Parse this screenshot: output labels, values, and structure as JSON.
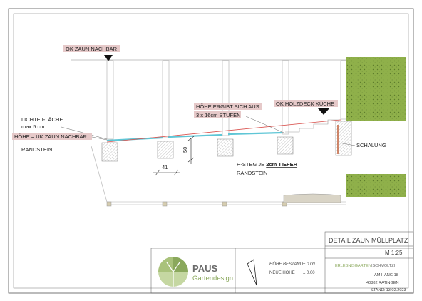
{
  "labels": {
    "ok_zaun_nachbar": "OK ZAUN NACHBAR",
    "lichte_flaeche_1": "LICHTE FLÄCHE",
    "lichte_flaeche_2": "max 5 cm",
    "hoehe_uk_zaun": "HÖHE = UK ZAUN NACHBAR",
    "randstein": "RANDSTEIN",
    "hoehe_ergibt_1": "HÖHE ERGIBT SICH AUS",
    "hoehe_ergibt_2": "3 x 16cm STUFEN",
    "ok_holzdeck": "OK HOLZDECK KÜCHE",
    "schalung": "SCHALUNG",
    "h_steg_prefix": "H-STEG JE ",
    "h_steg_underlined": "2cm TIEFER",
    "h_steg_line2": "RANDSTEIN",
    "dim_41": "41",
    "dim_50": "50"
  },
  "title_block": {
    "title": "DETAIL ZAUN MÜLLPLATZ",
    "scale": "M 1:25",
    "project_a": "ERLEBNISGARTEN",
    "project_b": "SCHMOLTZI",
    "street": "AM HANG 18",
    "city": "40882 RATINGEN",
    "date": "STAND: 13.02.2023",
    "legend_existing_label": "HÖHE BESTAND",
    "legend_existing_value": "± 0.00",
    "legend_new_label": "NEUE HÖHE",
    "legend_new_value": "± 0.00"
  },
  "logo": {
    "name": "PAUS",
    "sub": "Gartendesign"
  },
  "colors": {
    "highlight": "#e6c9c9",
    "hedge": "#8fb04a",
    "cyan_line": "#5fc6d6",
    "red_line": "#d9534f",
    "logo_green_light": "#c5d7a2",
    "logo_green_dark": "#8aa85c",
    "logo_text": "#6b6b6b",
    "title_teal": "#4e9aa8"
  }
}
